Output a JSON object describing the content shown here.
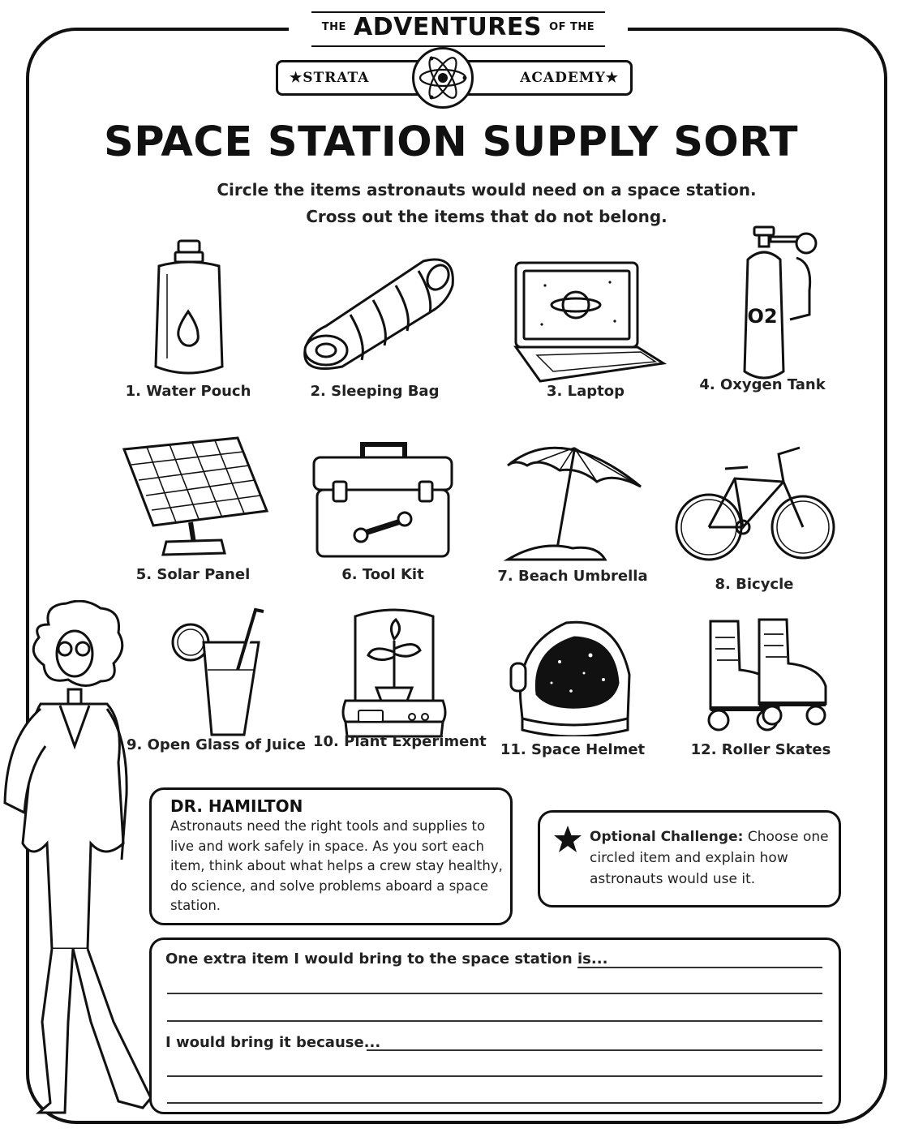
{
  "header": {
    "series_small_left": "THE",
    "series_big": "ADVENTURES",
    "series_small_right": "OF THE",
    "school_left": "★STRATA",
    "school_right": "ACADEMY★"
  },
  "title": "SPACE STATION SUPPLY SORT",
  "instructions": [
    "Circle the items astronauts would need on a space station.",
    "Cross out the items that do not belong."
  ],
  "items": [
    {
      "label": "1. Water Pouch",
      "icon": "water-pouch-icon"
    },
    {
      "label": "2. Sleeping Bag",
      "icon": "sleeping-bag-icon"
    },
    {
      "label": "3. Laptop",
      "icon": "laptop-icon"
    },
    {
      "label": "4. Oxygen Tank",
      "icon": "oxygen-tank-icon",
      "tank_text": "O2"
    },
    {
      "label": "5. Solar Panel",
      "icon": "solar-panel-icon"
    },
    {
      "label": "6. Tool Kit",
      "icon": "tool-kit-icon"
    },
    {
      "label": "7. Beach Umbrella",
      "icon": "beach-umbrella-icon"
    },
    {
      "label": "8. Bicycle",
      "icon": "bicycle-icon"
    },
    {
      "label": "9. Open Glass of Juice",
      "icon": "juice-glass-icon"
    },
    {
      "label": "10. Plant Experiment",
      "icon": "plant-experiment-icon"
    },
    {
      "label": "11. Space Helmet",
      "icon": "space-helmet-icon"
    },
    {
      "label": "12. Roller Skates",
      "icon": "roller-skates-icon"
    }
  ],
  "dr_hamilton": {
    "name": "DR. HAMILTON",
    "text": "Astronauts need the right tools and supplies to live and work safely in space. As you sort each item, think about what helps a crew stay healthy, do science, and solve problems aboard a space station."
  },
  "challenge": {
    "label": "Optional Challenge:",
    "text": " Choose one circled item and explain how astronauts would use it."
  },
  "writing": {
    "prompt1": "One extra item I would bring to the space station is...",
    "prompt2": "I would bring it because..."
  },
  "colors": {
    "ink": "#111111",
    "paper": "#ffffff"
  }
}
